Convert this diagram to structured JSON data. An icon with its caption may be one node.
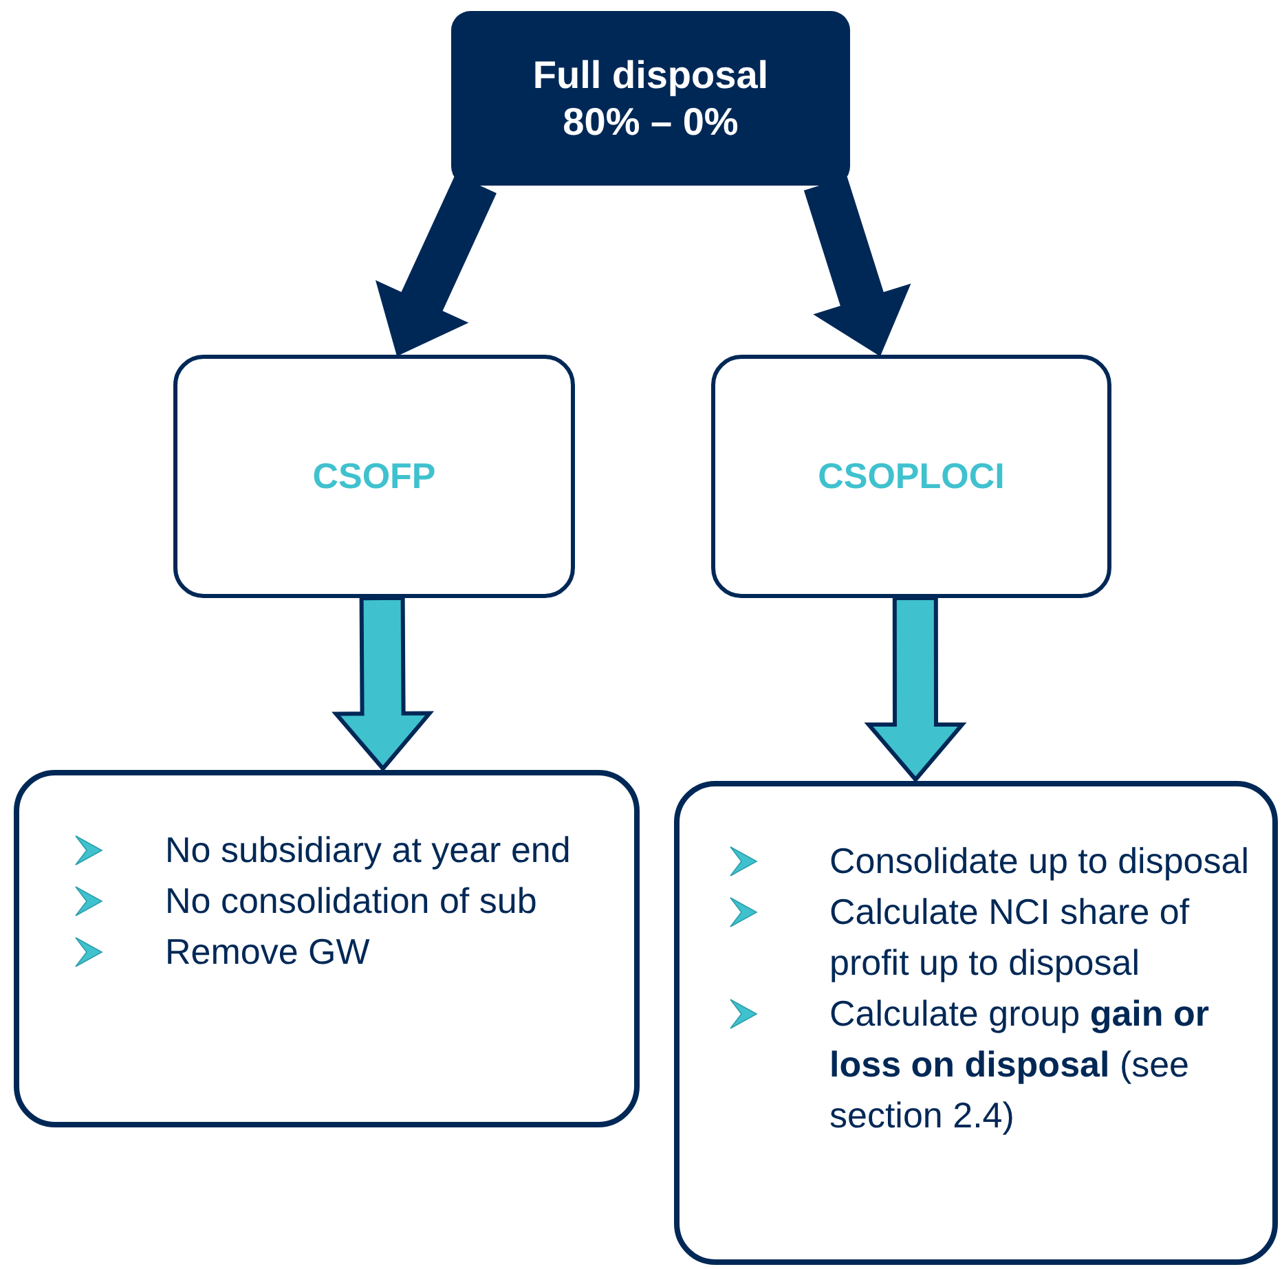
{
  "diagram": {
    "nodes": [
      {
        "text": [
          "Full disposal 80% – 0%"
        ]
      },
      {
        "text": [
          "CSOFP"
        ]
      },
      {
        "text": [
          "CSOPLOCI"
        ]
      },
      {
        "text": [
          "No subsidiary at year end",
          "No consolidation of sub",
          "Remove GW"
        ]
      },
      {
        "text": [
          "Consolidate up to disposal",
          "Calculate NCI share of profit up to disposal",
          "Calculate group **gain or loss on disposal** (see section 2.4)"
        ]
      }
    ],
    "edges": [
      {
        "from": 0,
        "to": 1,
        "arrow": "to",
        "style": "thick",
        "color": "#002856"
      },
      {
        "from": 0,
        "to": 2,
        "arrow": "to",
        "style": "thick",
        "color": "#002856"
      },
      {
        "from": 1,
        "to": 3,
        "arrow": "to",
        "style": "thick",
        "color": "#40c1ce"
      },
      {
        "from": 2,
        "to": 4,
        "arrow": "to",
        "style": "thick",
        "color": "#40c1ce"
      }
    ]
  }
}
